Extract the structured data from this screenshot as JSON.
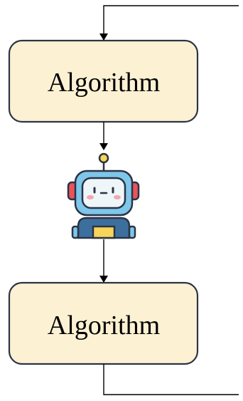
{
  "nodes": [
    {
      "id": "algorithm-top",
      "label": "Algorithm"
    },
    {
      "id": "algorithm-bottom",
      "label": "Algorithm"
    }
  ],
  "icons": [
    {
      "name": "robot-icon"
    }
  ],
  "colors": {
    "box_fill": "#FDF1D3",
    "box_stroke": "#2C3444",
    "line": "#000000",
    "robot_face_blue": "#7EC6EA",
    "robot_dark_blue": "#3D6F9E",
    "robot_screen": "#EEF6FA",
    "robot_ears": "#E8545A",
    "robot_cheeks": "#F6A6AC",
    "robot_chest": "#F7D55B",
    "robot_outline": "#2B3342"
  }
}
